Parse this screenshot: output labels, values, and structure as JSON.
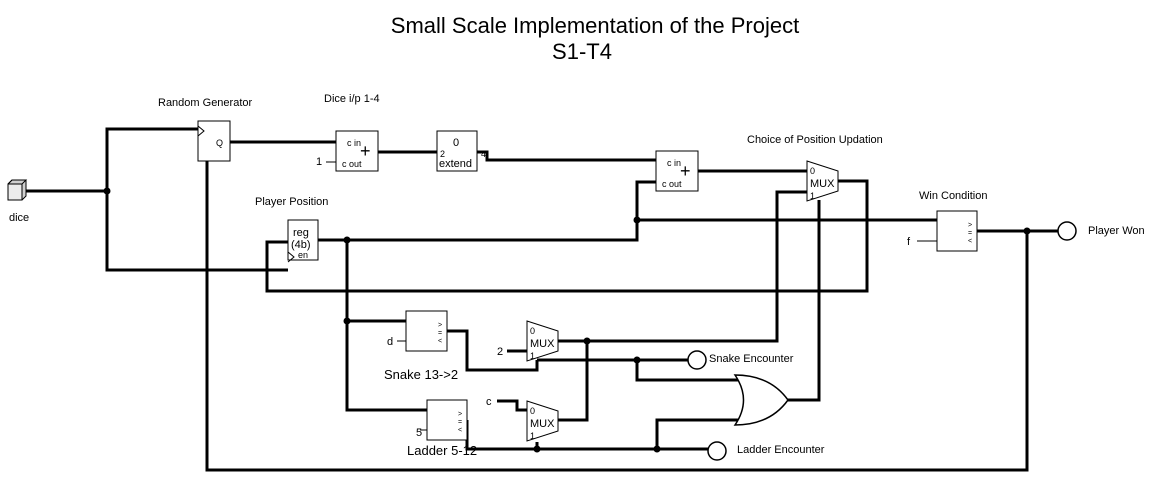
{
  "title": {
    "line1": "Small Scale Implementation of the Project",
    "line2": "S1-T4"
  },
  "components": {
    "dice_input": {
      "label": "dice"
    },
    "random_generator": {
      "label": "Random Generator",
      "pin_q": "Q"
    },
    "dice_adder": {
      "label": "Dice i/p 1-4",
      "pin_cin": "c in",
      "pin_cout": "c out",
      "plus": "+",
      "const_in": "1"
    },
    "extender": {
      "top": "0",
      "text": "extend",
      "in_width": "2",
      "out_width": "4"
    },
    "position_adder": {
      "pin_cin": "c in",
      "pin_cout": "c out",
      "plus": "+"
    },
    "player_register": {
      "label": "Player Position",
      "line1": "reg",
      "line2": "(4b)",
      "pin_en": "en"
    },
    "position_mux": {
      "label": "Choice of Position Updation",
      "text": "MUX",
      "pin0": "0",
      "pin1": "1"
    },
    "win_comparator": {
      "label": "Win Condition",
      "const_in": "f",
      "pins": [
        ">",
        "=",
        "<"
      ]
    },
    "player_won_output": {
      "label": "Player Won"
    },
    "snake_comparator": {
      "label": "Snake 13->2",
      "const_in": "d",
      "pins": [
        ">",
        "=",
        "<"
      ]
    },
    "snake_mux": {
      "text": "MUX",
      "pin0": "0",
      "pin1": "1",
      "const_in": "2"
    },
    "snake_output": {
      "label": "Snake Encounter"
    },
    "ladder_comparator": {
      "label": "Ladder 5-12",
      "const_in": "5",
      "pins": [
        ">",
        "=",
        "<"
      ]
    },
    "ladder_mux": {
      "text": "MUX",
      "pin0": "0",
      "pin1": "1",
      "const_in": "c"
    },
    "ladder_output": {
      "label": "Ladder Encounter"
    }
  }
}
